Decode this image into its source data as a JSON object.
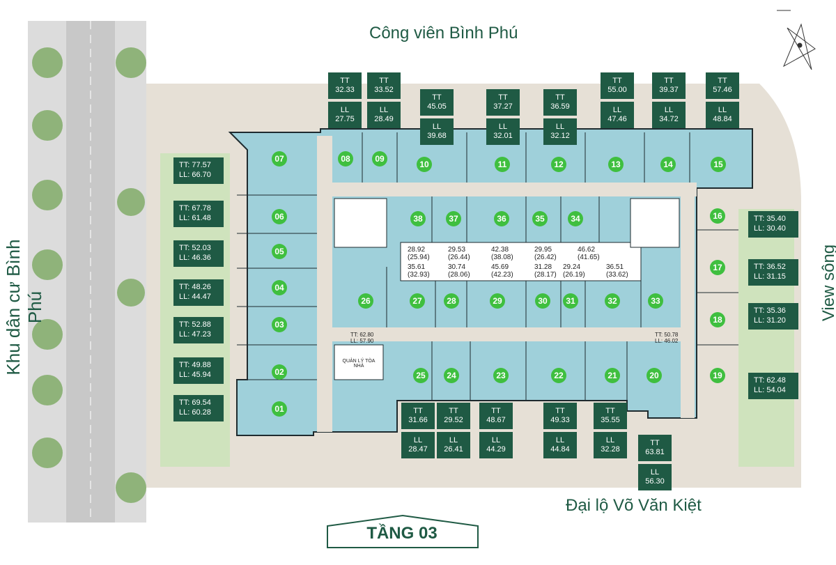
{
  "titles": {
    "top": "Công viên Bình Phú",
    "left": "Khu dân cư Bình Phú",
    "right": "View sông",
    "bottom": "Đại lộ Võ Văn Kiệt",
    "floor": "TẦNG 03",
    "mgmt": "QUẢN LÝ TÒA NHÀ"
  },
  "colors": {
    "unit_fill": "#a8d8e0",
    "unit_outline": "#1e2a2e",
    "marker": "#3fbf3f",
    "tag_bg": "#1f5a44",
    "grass": "#c9e2b6",
    "pavement": "#e8e0d8",
    "road": "#d0d0d0"
  },
  "top_tags": [
    {
      "tt": "32.33",
      "ll": "27.75"
    },
    {
      "tt": "33.52",
      "ll": "28.49"
    },
    {
      "tt": "45.05",
      "ll": "39.68"
    },
    {
      "tt": "37.27",
      "ll": "32.01"
    },
    {
      "tt": "36.59",
      "ll": "32.12"
    },
    {
      "tt": "55.00",
      "ll": "47.46"
    },
    {
      "tt": "39.37",
      "ll": "34.72"
    },
    {
      "tt": "57.46",
      "ll": "48.84"
    }
  ],
  "left_tags": [
    {
      "tt": "TT: 77.57",
      "ll": "LL: 66.70"
    },
    {
      "tt": "TT: 67.78",
      "ll": "LL: 61.48"
    },
    {
      "tt": "TT: 52.03",
      "ll": "LL: 46.36"
    },
    {
      "tt": "TT: 48.26",
      "ll": "LL: 44.47"
    },
    {
      "tt": "TT: 52.88",
      "ll": "LL: 47.23"
    },
    {
      "tt": "TT: 49.88",
      "ll": "LL: 45.94"
    },
    {
      "tt": "TT: 69.54",
      "ll": "LL: 60.28"
    }
  ],
  "right_tags": [
    {
      "tt": "TT: 35.40",
      "ll": "LL: 30.40"
    },
    {
      "tt": "TT: 36.52",
      "ll": "LL: 31.15"
    },
    {
      "tt": "TT: 35.36",
      "ll": "LL: 31.20"
    },
    {
      "tt": "TT: 62.48",
      "ll": "LL: 54.04"
    }
  ],
  "bottom_tags": [
    {
      "tt": "31.66",
      "ll": "28.47"
    },
    {
      "tt": "29.52",
      "ll": "26.41"
    },
    {
      "tt": "48.67",
      "ll": "44.29"
    },
    {
      "tt": "49.33",
      "ll": "44.84"
    },
    {
      "tt": "35.55",
      "ll": "32.28"
    },
    {
      "tt": "63.81",
      "ll": "56.30"
    }
  ],
  "tt_label": "TT",
  "ll_label": "LL",
  "units": [
    "01",
    "02",
    "03",
    "04",
    "05",
    "06",
    "07",
    "08",
    "09",
    "10",
    "11",
    "12",
    "13",
    "14",
    "15",
    "16",
    "17",
    "18",
    "19",
    "20",
    "21",
    "22",
    "23",
    "24",
    "25",
    "26",
    "27",
    "28",
    "29",
    "30",
    "31",
    "32",
    "33",
    "34",
    "35",
    "36",
    "37",
    "38"
  ],
  "inner_areas_row1": [
    "28.92",
    "(25.94)",
    "29.53",
    "(26.44)",
    "42.38",
    "(38.08)",
    "29.95",
    "(26.42)",
    "46.62",
    "(41.65)"
  ],
  "inner_areas_row2": [
    "35.61",
    "(32.93)",
    "30.74",
    "(28.06)",
    "45.69",
    "(42.23)",
    "31.28",
    "(28.17)",
    "29.24",
    "(26.19)",
    "36.51",
    "(33.62)"
  ],
  "small_labels": {
    "u26_tt": "TT: 62.80",
    "u26_ll": "LL: 57.90",
    "u33_tt": "TT: 50.78",
    "u33_ll": "LL: 46.02"
  }
}
